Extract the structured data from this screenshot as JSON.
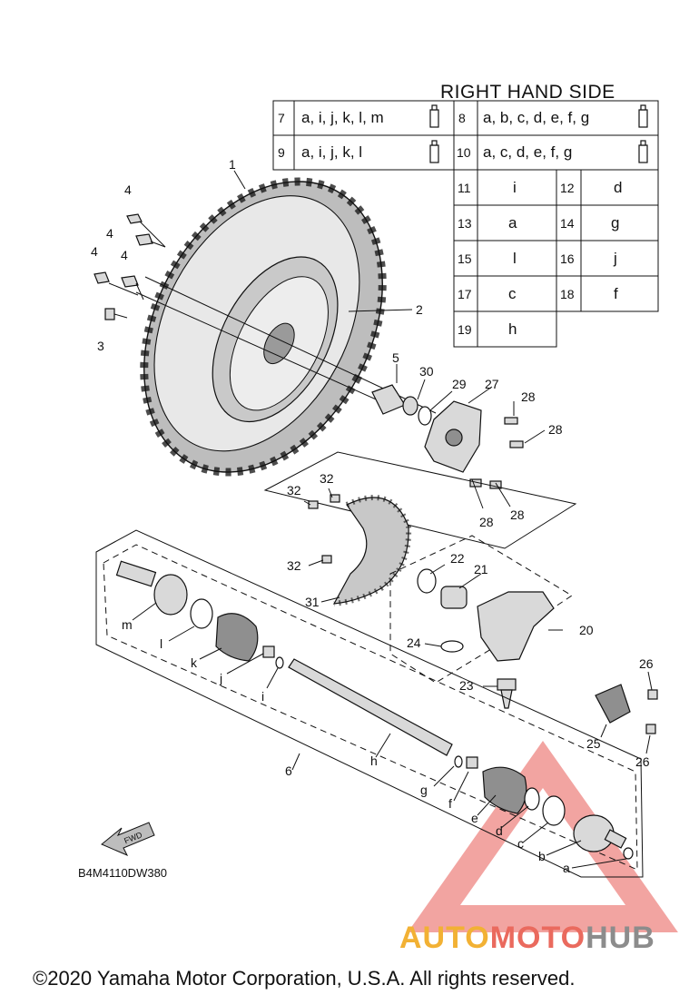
{
  "header": {
    "title": "RIGHT HAND SIDE"
  },
  "legend_rows": [
    {
      "num": "7",
      "letters": "a, i, j, k, l, m"
    },
    {
      "num": "8",
      "letters": "a, b, c, d, e, f, g"
    },
    {
      "num": "9",
      "letters": "a, i, j, k, l"
    },
    {
      "num": "10",
      "letters": "a, c, d, e, f, g"
    }
  ],
  "legend_grid": [
    {
      "num": "11",
      "letter": "i"
    },
    {
      "num": "12",
      "letter": "d"
    },
    {
      "num": "13",
      "letter": "a"
    },
    {
      "num": "14",
      "letter": "g"
    },
    {
      "num": "15",
      "letter": "l"
    },
    {
      "num": "16",
      "letter": "j"
    },
    {
      "num": "17",
      "letter": "c"
    },
    {
      "num": "18",
      "letter": "f"
    },
    {
      "num": "19",
      "letter": "h"
    }
  ],
  "callouts": {
    "c1": "1",
    "c2": "2",
    "c3": "3",
    "c4a": "4",
    "c4b": "4",
    "c4c": "4",
    "c4d": "4",
    "c5": "5",
    "c6": "6",
    "c20": "20",
    "c21": "21",
    "c22": "22",
    "c23": "23",
    "c24": "24",
    "c25": "25",
    "c26a": "26",
    "c26b": "26",
    "c27": "27",
    "c28a": "28",
    "c28b": "28",
    "c28c": "28",
    "c28d": "28",
    "c29": "29",
    "c30": "30",
    "c31": "31",
    "c32a": "32",
    "c32b": "32",
    "c32c": "32",
    "ca": "a",
    "cb": "b",
    "cc": "c",
    "cd": "d",
    "ce": "e",
    "cf": "f",
    "cg": "g",
    "ch": "h",
    "ci": "i",
    "cj": "j",
    "ck": "k",
    "cl": "l",
    "cm": "m"
  },
  "fwd_label": "FWD",
  "diagram_code": "B4M4110DW380",
  "watermark": {
    "part1": "AUTO",
    "part2": "MOTO",
    "part3": "HUB",
    "color1": "#f2b134",
    "color2": "#ea6a5e",
    "color3": "#8c8c8c"
  },
  "footer": {
    "copyright": "©2020 Yamaha Motor Corporation, U.S.A. All rights reserved."
  }
}
